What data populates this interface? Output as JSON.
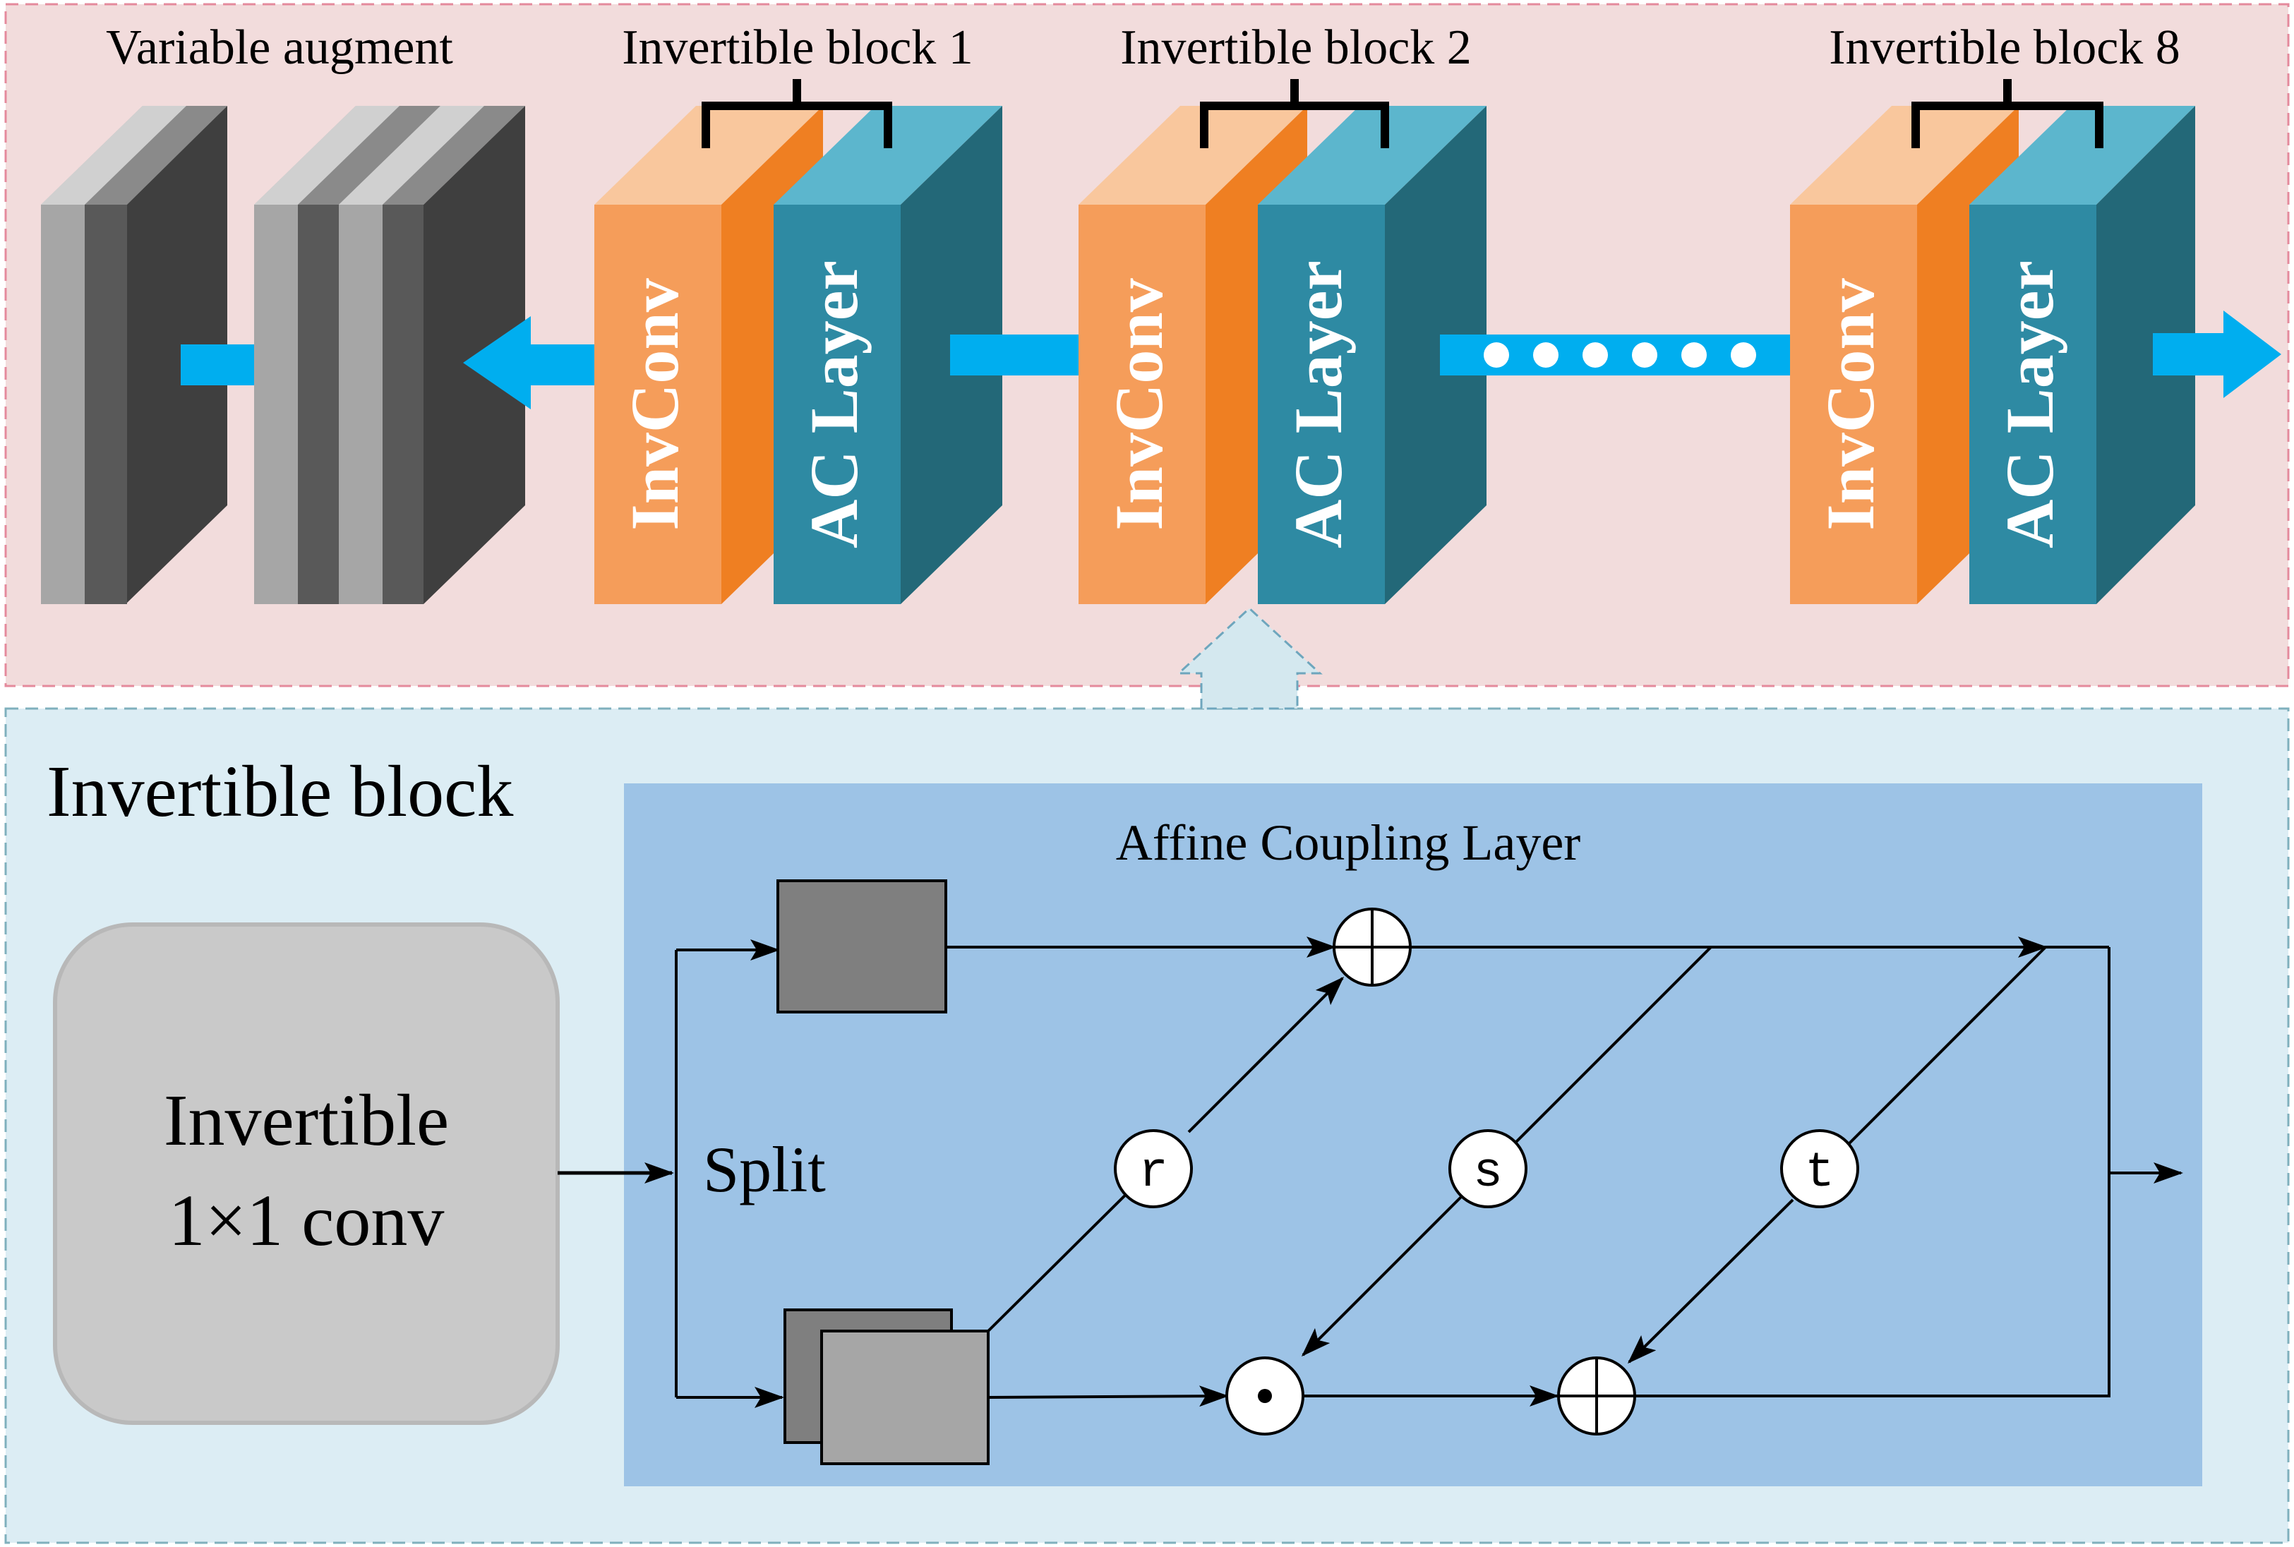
{
  "top_panel": {
    "variable_augment_label": "Variable augment",
    "block_labels": [
      "Invertible block 1",
      "Invertible block 2",
      "Invertible block 8"
    ],
    "invconv_label": "InvConv",
    "ac_layer_label": "AC Layer"
  },
  "bottom_panel": {
    "title": "Invertible block",
    "conv_box_line1": "Invertible",
    "conv_box_line2": "1×1 conv",
    "coupling_title": "Affine Coupling Layer",
    "split_label": "Split",
    "node_r": "r",
    "node_s": "s",
    "node_t": "t"
  },
  "colors": {
    "top_bg": "#f2dcdc",
    "bottom_bg": "#dcedf4",
    "coupling_bg": "#9dc3e6",
    "invconv_front": "#f59d5a",
    "invconv_top": "#f9c79d",
    "invconv_side": "#ef7f22",
    "ac_front": "#2e8aa3",
    "ac_top": "#5cb6cd",
    "ac_side": "#236878",
    "arrow_blue": "#00aeef"
  }
}
